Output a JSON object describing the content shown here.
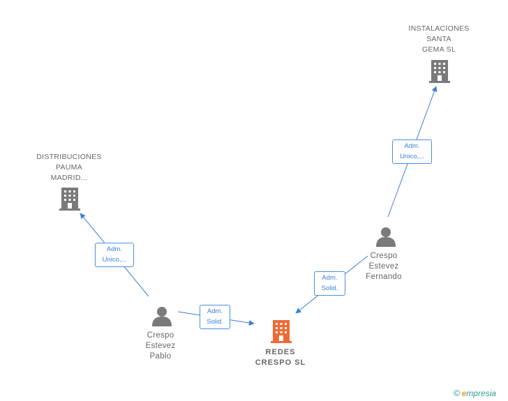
{
  "nodes": {
    "instalaciones": {
      "type": "company",
      "lines": [
        "INSTALACIONES",
        "SANTA",
        "GEMA  SL"
      ],
      "color": "#7a7a7a"
    },
    "distribuciones": {
      "type": "company",
      "lines": [
        "DISTRIBUCIONES",
        "PAUMA",
        "MADRID..."
      ],
      "color": "#7a7a7a"
    },
    "redes": {
      "type": "company",
      "lines": [
        "REDES",
        "CRESPO  SL"
      ],
      "color": "#f06a35",
      "main": true
    },
    "fernando": {
      "type": "person",
      "lines": [
        "Crespo",
        "Estevez",
        "Fernando"
      ],
      "color": "#7a7a7a"
    },
    "pablo": {
      "type": "person",
      "lines": [
        "Crespo",
        "Estevez",
        "Pablo"
      ],
      "color": "#7a7a7a"
    }
  },
  "edges": [
    {
      "from": "pablo",
      "to": "distribuciones",
      "label": [
        "Adm.",
        "Unico,..."
      ]
    },
    {
      "from": "pablo",
      "to": "redes",
      "label": [
        "Adm.",
        "Solid."
      ]
    },
    {
      "from": "fernando",
      "to": "redes",
      "label": [
        "Adm.",
        "Solid."
      ]
    },
    {
      "from": "fernando",
      "to": "instalaciones",
      "label": [
        "Adm.",
        "Unico,..."
      ]
    }
  ],
  "colors": {
    "edge": "#3a7fd5",
    "accent": "#f06a35",
    "node": "#7a7a7a"
  },
  "footer": {
    "copyright": "©",
    "brand_e": "e",
    "brand_rest": "mpresia"
  }
}
